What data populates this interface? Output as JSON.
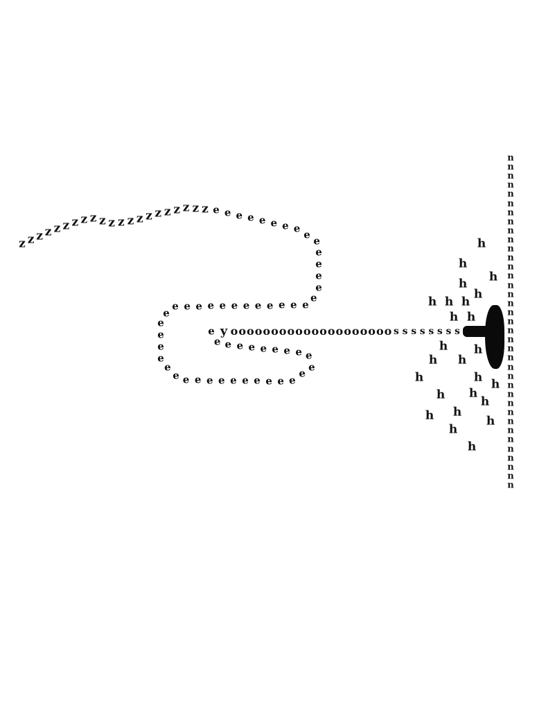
{
  "poem": {
    "z_strand": "zzzzzzzzzzzzzzzzzzzzz",
    "e_strand": "eeeeeeeeeeeeeeeeeeeeeeeeeeeeeeeeeeeeeeeeeeeeeeeeeeeeeeee",
    "y_letter": "y",
    "o_strand": "oooooooooooooooooooo",
    "s_strand": "ssssssss",
    "h_scatter": "hhhhhhhhhhhhhhhhhhhhhhhhh",
    "n_column": "nnnnnnnnnnnnnnnnnnnnnnnnnnnnnnnnnnnnn"
  },
  "colors": {
    "ink": "#111111",
    "paper": "#ffffff"
  }
}
